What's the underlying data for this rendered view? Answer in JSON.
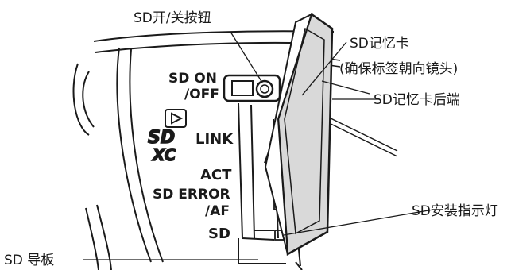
{
  "callouts": {
    "switch": "SD开/关按钮",
    "card": "SD记忆卡",
    "card_note": "(确保标签朝向镜头)",
    "card_rear": "SD记忆卡后端",
    "indicator": "SD安装指示灯",
    "guide": "SD 导板"
  },
  "panel": {
    "sd_on": "SD ON",
    "off": "/OFF",
    "link": "LINK",
    "act": "ACT",
    "sd_error": "SD ERROR",
    "af": "/AF",
    "sd": "SD"
  },
  "logo": {
    "sd_xc": "SDXC"
  },
  "colors": {
    "line": "#1a1a1a",
    "background": "#ffffff",
    "card_fill": "#d9d9d9"
  }
}
